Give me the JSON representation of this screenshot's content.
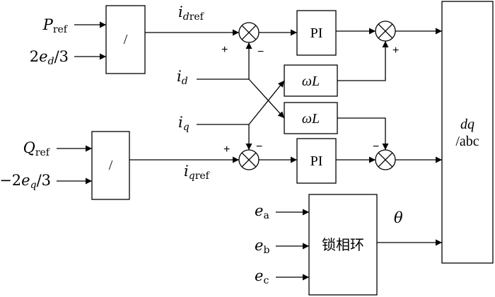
{
  "inputs": {
    "p_ref": {
      "main": "P",
      "sub": "ref"
    },
    "two_ed_3": {
      "pre": "2",
      "main": "e",
      "sub": "d",
      "post": "/3"
    },
    "q_ref": {
      "main": "Q",
      "sub": "ref"
    },
    "neg_two_eq_3": {
      "pre": "−2",
      "main": "e",
      "sub": "q",
      "post": "/3"
    },
    "i_d": {
      "main": "i",
      "sub": "d"
    },
    "i_q": {
      "main": "i",
      "sub": "q"
    },
    "e_a": {
      "main": "e",
      "sub": "a"
    },
    "e_b": {
      "main": "e",
      "sub": "b"
    },
    "e_c": {
      "main": "e",
      "sub": "c"
    }
  },
  "signals": {
    "i_dref": {
      "main": "i",
      "sub": "dref"
    },
    "i_qref": {
      "main": "i",
      "sub": "qref"
    },
    "theta": "θ"
  },
  "blocks": {
    "divider_top": "/",
    "divider_bottom": "/",
    "pi_top": "PI",
    "pi_bottom": "PI",
    "omega_l_top": {
      "omega": "ω",
      "l": "L"
    },
    "omega_l_bottom": {
      "omega": "ω",
      "l": "L"
    },
    "pll": "锁相环",
    "dq_abc": {
      "dq": "dq",
      "abc": "/abc"
    }
  },
  "signs": {
    "sum1_plus": "+",
    "sum1_minus": "−",
    "sum2_plus": "+",
    "sum3_plus": "+",
    "sum3_minus": "−",
    "sum4_minus": "−"
  }
}
